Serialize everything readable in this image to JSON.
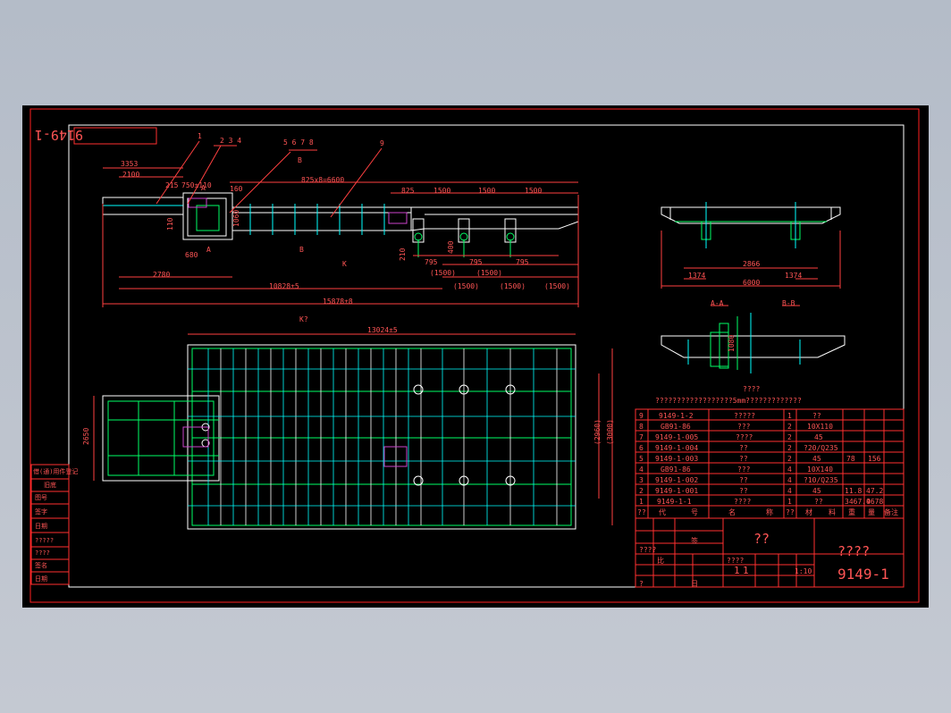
{
  "drawing": {
    "number_mirrored": "9149-1",
    "number": "9149-1",
    "title_unknown": "????",
    "material_unknown": "??",
    "scale": "1:10",
    "sheet_num_a": "1",
    "sheet_num_b": "1"
  },
  "balloons": [
    "1",
    "2 3 4",
    "5 6 7 8",
    "9"
  ],
  "section_marks": [
    "A",
    "B",
    "B",
    "A",
    "K",
    "K?"
  ],
  "view_titles": [
    "A-A",
    "B-B",
    "????"
  ],
  "note": "??????????????????5mm?????????????",
  "dims": {
    "d3353": "3353",
    "d2100": "2100",
    "d215": "215",
    "d750": "750±110",
    "d160": "160",
    "d825x8": "825x8=6600",
    "d825": "825",
    "d1500a": "1500",
    "d1500b": "1500",
    "d1500c": "1500",
    "d110": "110",
    "d1060": "1060",
    "d680": "680",
    "d210": "210",
    "d400": "400",
    "d795a": "795",
    "d795b": "795",
    "d795c": "795",
    "p1500a": "(1500)",
    "p1500b": "(1500)",
    "p1500c": "(1500)",
    "p1500d": "(1500)",
    "p1500e": "(1500)",
    "d2780": "2780",
    "d10828": "10828±5",
    "d15878": "15878±8",
    "d13024": "13024±5",
    "d2650": "2650",
    "d2960": "(2960)",
    "d3000": "(3000)",
    "d1080": "1080",
    "d2866": "2866",
    "d1374a": "1374",
    "d1374b": "1374",
    "d6000": "6000"
  },
  "bom": {
    "rows": [
      {
        "no": "9",
        "code": "9149-1-2",
        "name": "?????",
        "qty": "1",
        "mat": "??",
        "w1": "",
        "w2": ""
      },
      {
        "no": "8",
        "code": "GB91-86",
        "name": "???",
        "qty": "2",
        "mat": "10X110",
        "w1": "",
        "w2": ""
      },
      {
        "no": "7",
        "code": "9149-1-005",
        "name": "????",
        "qty": "2",
        "mat": "45",
        "w1": "",
        "w2": ""
      },
      {
        "no": "6",
        "code": "9149-1-004",
        "name": "??",
        "qty": "2",
        "mat": "?20/Q235",
        "w1": "",
        "w2": ""
      },
      {
        "no": "5",
        "code": "9149-1-003",
        "name": "??",
        "qty": "2",
        "mat": "45",
        "w1": "78",
        "w2": "156"
      },
      {
        "no": "4",
        "code": "GB91-86",
        "name": "???",
        "qty": "4",
        "mat": "10X140",
        "w1": "",
        "w2": ""
      },
      {
        "no": "3",
        "code": "9149-1-002",
        "name": "??",
        "qty": "4",
        "mat": "?10/Q235",
        "w1": "",
        "w2": ""
      },
      {
        "no": "2",
        "code": "9149-1-001",
        "name": "??",
        "qty": "4",
        "mat": "45",
        "w1": "11.8",
        "w2": "47.2"
      },
      {
        "no": "1",
        "code": "9149-1-1",
        "name": "????",
        "qty": "1",
        "mat": "??",
        "w1": "3467.9",
        "w2": "4678"
      }
    ],
    "header": [
      "??",
      "代",
      "号",
      "名",
      "称",
      "??",
      "材",
      "料",
      "重",
      "量",
      "备注"
    ]
  },
  "left_strip": [
    "借(通)用件登记",
    "旧底",
    "图号",
    "签字",
    "日期",
    "?????",
    "????",
    "签名",
    "日期"
  ],
  "title_block_small": [
    "????",
    "签",
    "日",
    "????",
    "比",
    "?"
  ],
  "colors": {
    "sheet": "#000000",
    "border": "#ff0000",
    "outline": "#ffffff",
    "dim": "#ff4040",
    "detail": "#00ff66",
    "centerline": "#00ffff",
    "accent": "#cc44cc",
    "text": "#ff5555"
  }
}
